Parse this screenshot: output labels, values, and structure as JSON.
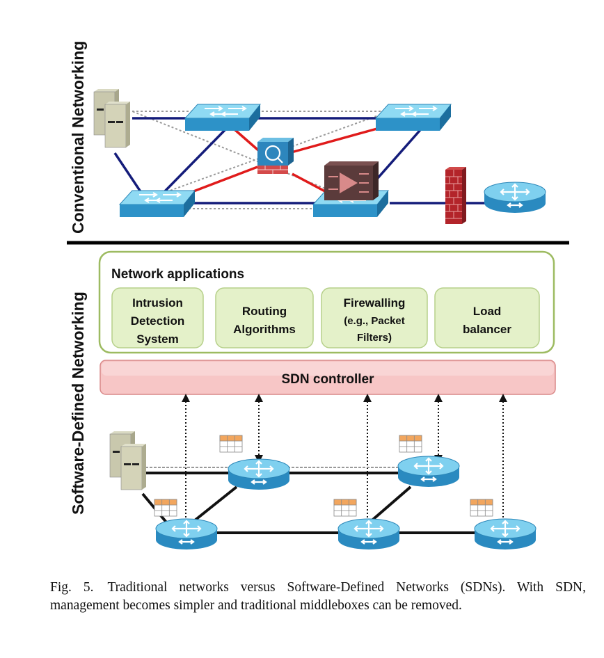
{
  "sections": {
    "conventional_label": "Conventional Networking",
    "sdn_label": "Software-Defined Networking"
  },
  "apps": {
    "title": "Network applications",
    "items": [
      {
        "lines": [
          "Intrusion",
          "Detection",
          "System"
        ]
      },
      {
        "lines": [
          "Routing",
          "Algorithms"
        ]
      },
      {
        "lines": [
          "Firewalling",
          "(e.g., Packet",
          "Filters)"
        ]
      },
      {
        "lines": [
          "Load",
          "balancer"
        ]
      }
    ]
  },
  "controller": {
    "label": "SDN controller"
  },
  "caption": {
    "fig_label": "Fig. 5.",
    "text": "Traditional networks versus Software-Defined Networks (SDNs). With SDN, management becomes simpler and traditional middleboxes can be removed."
  },
  "colors": {
    "switch_top": "#7fd3f0",
    "switch_side": "#2c8fc2",
    "link_blue": "#141c7a",
    "link_red": "#e01b1b",
    "apps_border": "#9dbb61",
    "apps_fill": "#e4f1c9",
    "controller_fill": "#f7c6c6",
    "controller_border": "#d98888",
    "flow_table": "#f2a65e",
    "firewall": "#b3242a"
  },
  "icons": [
    "server-icon",
    "switch-icon",
    "router-icon",
    "ids-icon",
    "load-balancer-icon",
    "firewall-icon",
    "flow-table-icon"
  ]
}
